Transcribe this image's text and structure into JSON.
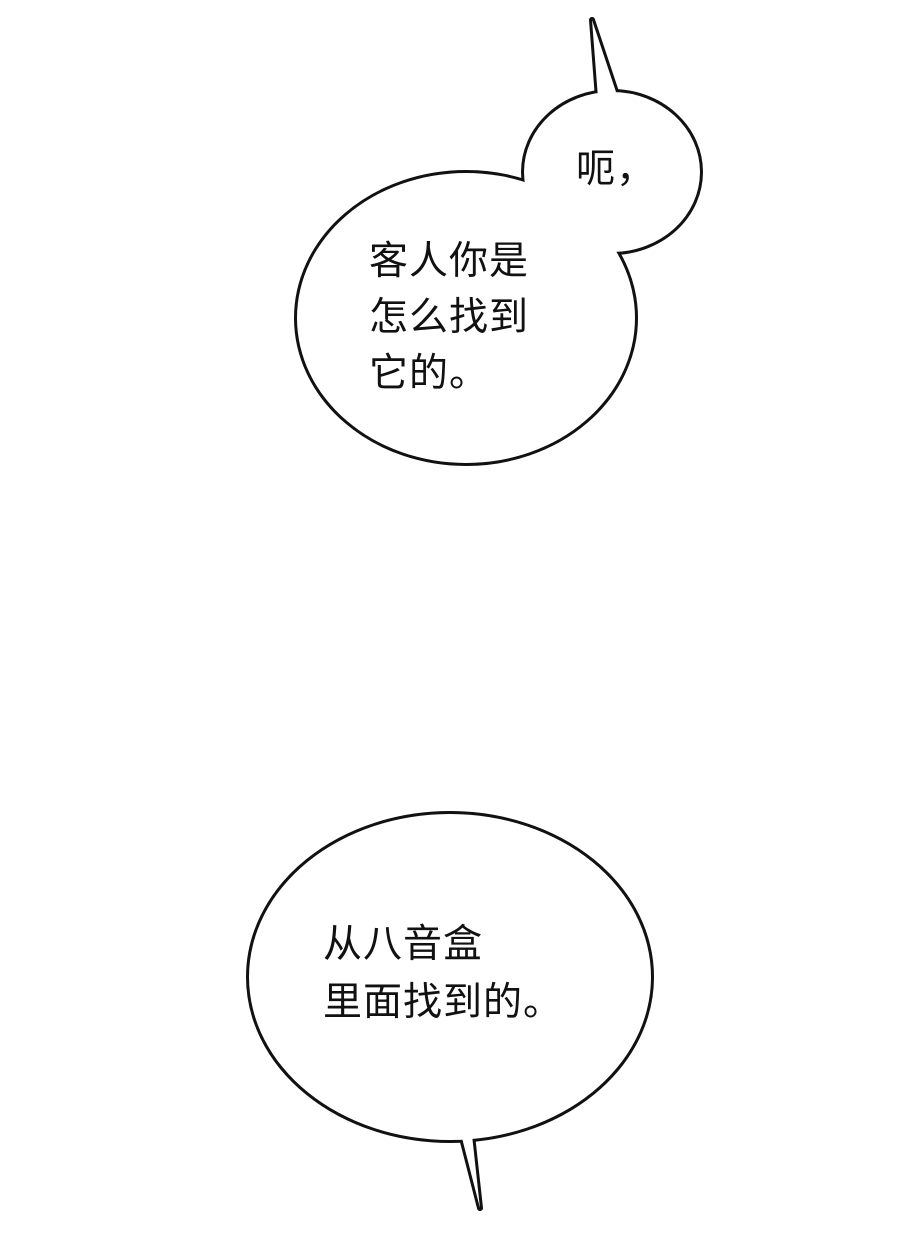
{
  "panel": {
    "background": "#ffffff",
    "ink": "#111111"
  },
  "bubbles": [
    {
      "lines": [
        "呃，"
      ]
    },
    {
      "lines": [
        "客人你是",
        "怎么找到",
        "它的。"
      ]
    },
    {
      "lines": [
        "从八音盒",
        "里面找到的。"
      ]
    }
  ]
}
